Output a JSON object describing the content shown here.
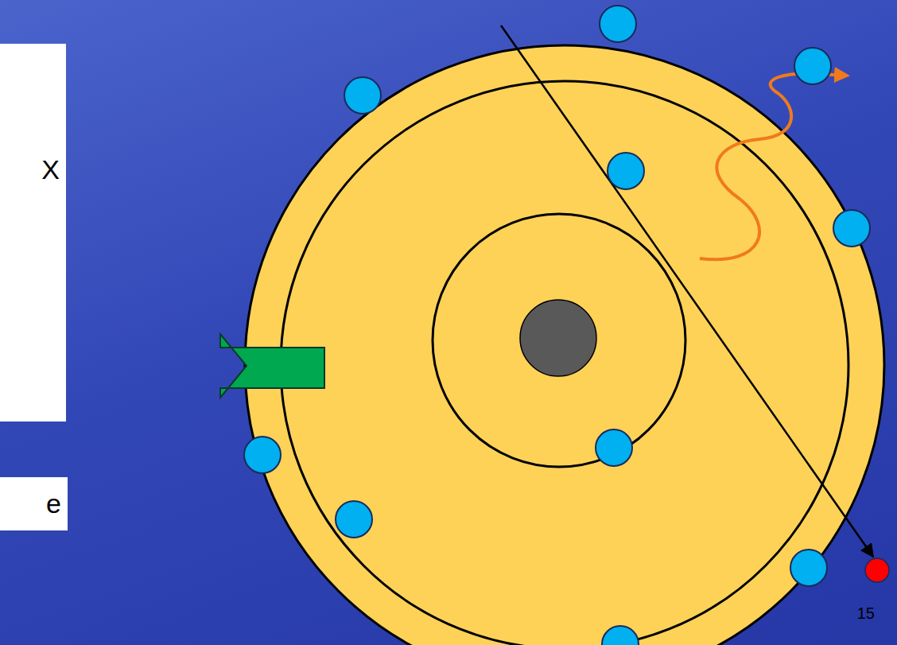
{
  "diagram": {
    "nodes": [
      {
        "text": [
          "X"
        ]
      },
      {
        "text": [
          "e"
        ]
      }
    ],
    "labels": [
      "15"
    ]
  }
}
